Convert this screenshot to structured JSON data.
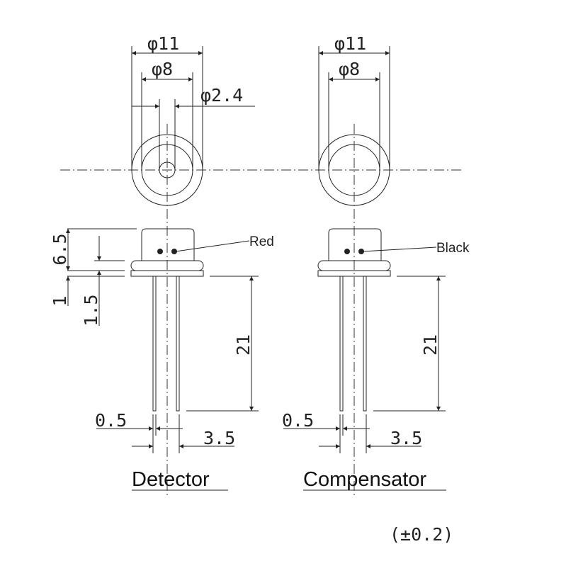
{
  "parts": [
    {
      "name": "Detector",
      "lead_color_label": "Red",
      "dims": {
        "outer_dia": "φ11",
        "inner_dia": "φ8",
        "window_dia": "φ2.4",
        "cap_height": "6.5",
        "flange": "1",
        "flange_offset": "1.5",
        "lead_length": "21",
        "lead_dia": "0.5",
        "lead_pitch": "3.5"
      }
    },
    {
      "name": "Compensator",
      "lead_color_label": "Black",
      "dims": {
        "outer_dia": "φ11",
        "inner_dia": "φ8",
        "lead_length": "21",
        "lead_dia": "0.5",
        "lead_pitch": "3.5"
      }
    }
  ],
  "tolerance": "(±0.2)"
}
